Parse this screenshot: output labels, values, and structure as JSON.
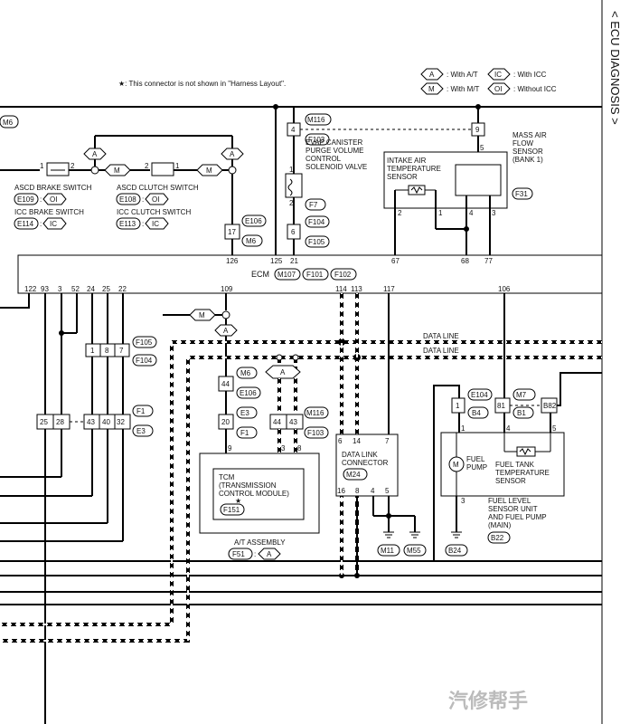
{
  "side_title": "< ECU DIAGNOSIS >",
  "note": "★: This connector is not shown in \"Harness Layout\".",
  "legend": {
    "at": "A",
    "at_text": ": With A/T",
    "mt": "M",
    "mt_text": ": With M/T",
    "icc": "IC",
    "icc_text": ": With ICC",
    "oi": "OI",
    "oi_text": ": Without ICC"
  },
  "ecm": {
    "label": "ECM",
    "c1": "M107",
    "c2": "F101",
    "c3": "F102"
  },
  "ecm_pins_top": [
    "126",
    "125",
    "21",
    "67",
    "68",
    "77"
  ],
  "ecm_pins_bottom": [
    "122",
    "93",
    "3",
    "52",
    "24",
    "25",
    "22",
    "109",
    "114",
    "113",
    "117",
    "106"
  ],
  "components": {
    "ascd_brake": "ASCD BRAKE SWITCH",
    "icc_brake": "ICC BRAKE SWITCH",
    "ascd_clutch": "ASCD CLUTCH SWITCH",
    "icc_clutch": "ICC CLUTCH SWITCH",
    "evap": [
      "EVAP CANISTER",
      "PURGE VOLUME",
      "CONTROL",
      "SOLENOID VALVE"
    ],
    "iat": [
      "INTAKE AIR",
      "TEMPERATURE",
      "SENSOR"
    ],
    "maf": [
      "MASS AIR",
      "FLOW",
      "SENSOR",
      "(BANK 1)"
    ],
    "tcm": [
      "TCM",
      "(TRANSMISSION",
      "CONTROL MODULE)",
      "★"
    ],
    "at_assembly": "A/T ASSEMBLY",
    "dlc": [
      "DATA LINK",
      "CONNECTOR"
    ],
    "fuel_pump": [
      "FUEL",
      "PUMP"
    ],
    "fuel_temp": [
      "FUEL TANK",
      "TEMPERATURE",
      "SENSOR"
    ],
    "fuel_level": [
      "FUEL LEVEL",
      "SENSOR UNIT",
      "AND FUEL PUMP",
      "(MAIN)"
    ]
  },
  "connectors": {
    "e109": "E109",
    "e114": "E114",
    "e108": "E108",
    "e113": "E113",
    "e106": "E106",
    "m6": "M6",
    "m116": "M116",
    "f103": "F103",
    "f7": "F7",
    "f104": "F104",
    "f105": "F105",
    "f31": "F31",
    "f1": "F1",
    "e3": "E3",
    "m24": "M24",
    "f151": "F151",
    "f51": "F51",
    "m11": "M11",
    "m55": "M55",
    "b24": "B24",
    "e104": "E104",
    "b4": "B4",
    "m7": "M7",
    "b1": "B1",
    "b82": "B82",
    "b22": "B22"
  },
  "data_line": "DATA LINE",
  "watermark": "汽修帮手"
}
